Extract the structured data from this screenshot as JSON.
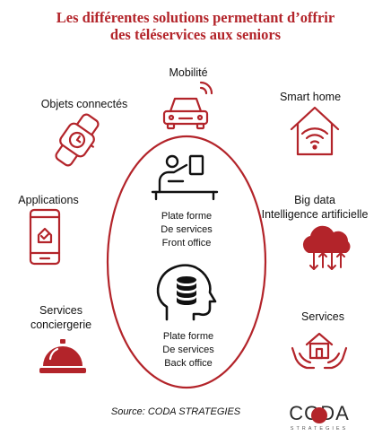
{
  "colors": {
    "accent": "#b3242a",
    "ink": "#111111"
  },
  "title": {
    "line1": "Les différentes solutions permettant d’offrir",
    "line2": "des téléservices aux seniors"
  },
  "nodes": {
    "mobilite": {
      "label": "Mobilité",
      "icon": "car-icon"
    },
    "objets": {
      "label": "Objets connectés",
      "icon": "smartwatch-icon"
    },
    "smarthome": {
      "label": "Smart home",
      "icon": "smart-home-icon"
    },
    "applications": {
      "label": "Applications",
      "icon": "smartphone-icon"
    },
    "bigdata": {
      "line1": "Big data",
      "line2": "Intelligence artificielle",
      "icon": "cloud-data-icon"
    },
    "conciergerie": {
      "line1": "Services",
      "line2": "conciergerie",
      "icon": "service-bell-icon"
    },
    "services": {
      "label": "Services",
      "icon": "house-in-hands-icon"
    }
  },
  "center": {
    "front": {
      "line1": "Plate forme",
      "line2": "De services",
      "line3": "Front office",
      "icon": "desk-agent-icon"
    },
    "back": {
      "line1": "Plate forme",
      "line2": "De services",
      "line3": "Back office",
      "icon": "head-database-icon"
    }
  },
  "source": "Source: CODA STRATEGIES",
  "logo": {
    "word": "CODA",
    "sub": "STRATEGIES"
  }
}
